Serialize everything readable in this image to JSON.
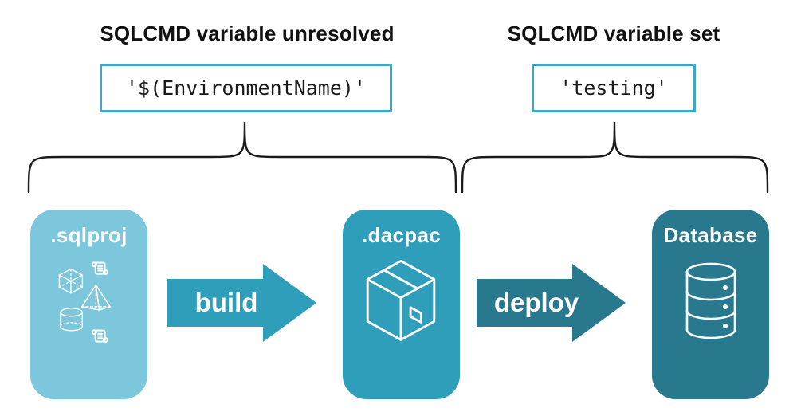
{
  "annotations": {
    "unresolved": {
      "heading": "SQLCMD variable unresolved",
      "code": "'$(EnvironmentName)'"
    },
    "set": {
      "heading": "SQLCMD variable set",
      "code": "'testing'"
    }
  },
  "pipeline": {
    "stages": [
      {
        "label": ".sqlproj",
        "icon": "sql-objects-icon",
        "color": "#7CC7DB"
      },
      {
        "label": ".dacpac",
        "icon": "package-icon",
        "color": "#2E9EBB"
      },
      {
        "label": "Database",
        "icon": "database-icon",
        "color": "#28798E"
      }
    ],
    "arrows": [
      {
        "label": "build",
        "color": "#2E9EBB"
      },
      {
        "label": "deploy",
        "color": "#28798E"
      }
    ]
  },
  "colors": {
    "background": "#FFFFFF",
    "code_box_border": "#3BAAC8",
    "brace_stroke": "#1A1A1A",
    "heading_text": "#111111",
    "code_text": "#1A1A1A",
    "icon_stroke": "#FFFFFF"
  }
}
